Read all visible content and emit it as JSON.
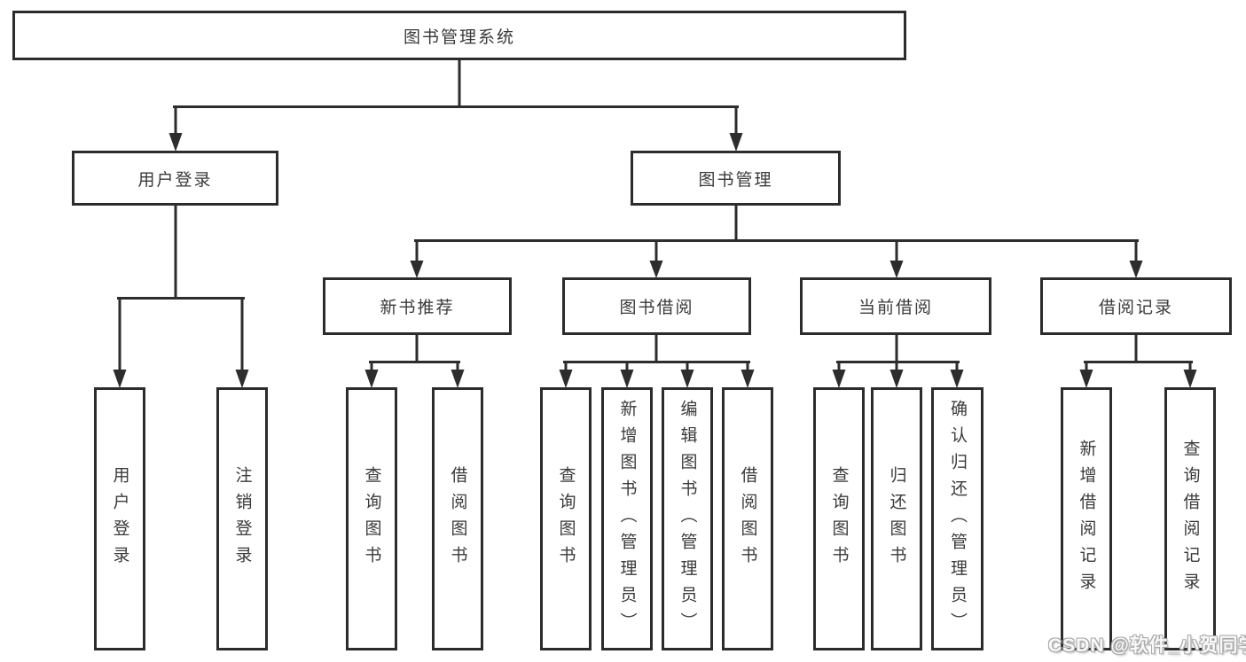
{
  "nodes": {
    "root": "图书管理系统",
    "user_login": "用户登录",
    "book_mgmt": "图书管理",
    "new_book_rec": "新书推荐",
    "book_borrow": "图书借阅",
    "current_borrow": "当前借阅",
    "borrow_record": "借阅记录",
    "login": "用户登录",
    "logout": "注销登录",
    "rec_query": "查询图书",
    "rec_borrow": "借阅图书",
    "bb_query": "查询图书",
    "bb_add": "新增图书（管理员）",
    "bb_edit": "编辑图书（管理员）",
    "bb_borrow": "借阅图书",
    "cb_query": "查询图书",
    "cb_return": "归还图书",
    "cb_confirm": "确认归还（管理员）",
    "br_add": "新增借阅记录",
    "br_query": "查询借阅记录"
  },
  "watermark": "CSDN @软件_小贺同学",
  "colors": {
    "line": "#2d2d2d",
    "border": "#2c2c2c",
    "text": "#3a3a3a",
    "background": "#ffffff"
  }
}
